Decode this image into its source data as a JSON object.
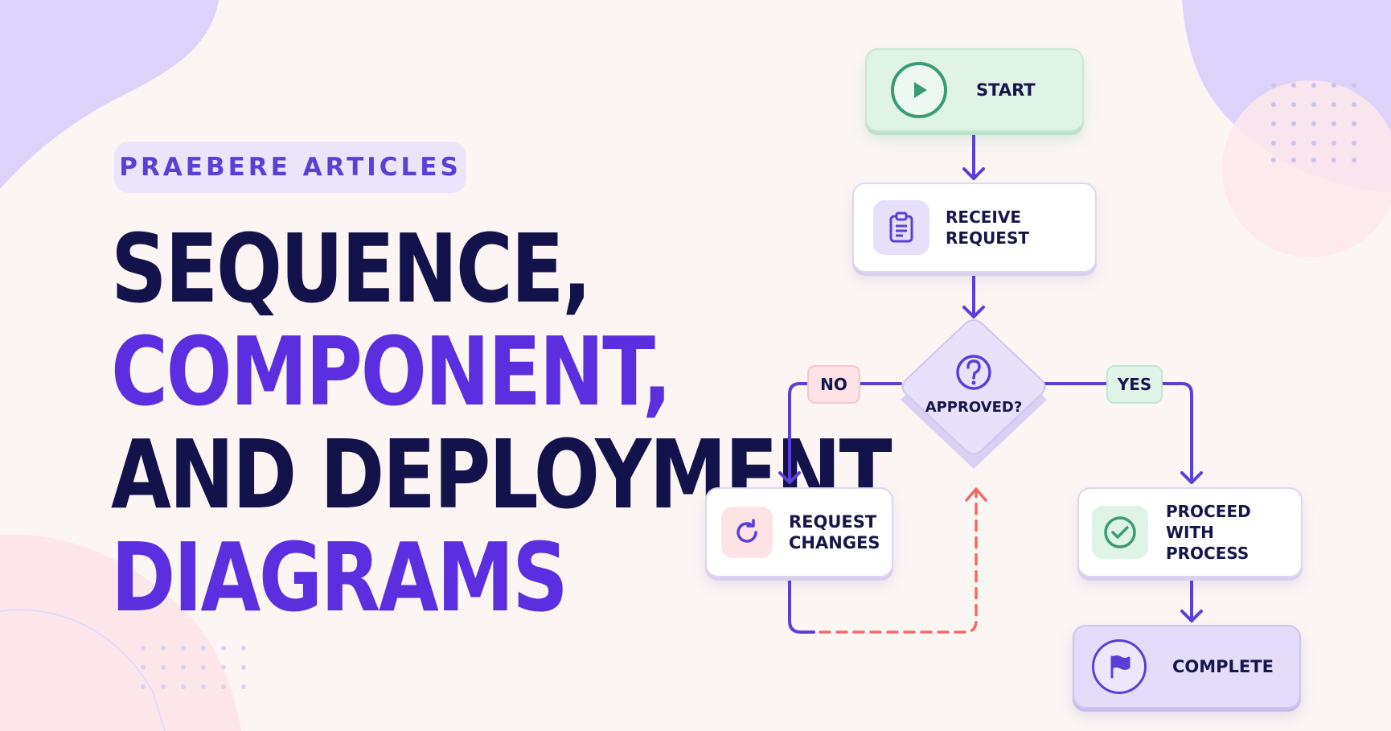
{
  "header": {
    "pill_text": "PRAEBERE ARTICLES",
    "title_lines": [
      "SEQUENCE,",
      "COMPONENT,",
      "AND DEPLOYMENT",
      "DIAGRAMS"
    ]
  },
  "flowchart": {
    "nodes": {
      "start": {
        "label": "START",
        "icon": "play-icon"
      },
      "receive": {
        "label": "RECEIVE REQUEST",
        "icon": "clipboard-icon"
      },
      "decision": {
        "label": "APPROVED?",
        "icon": "question-icon"
      },
      "changes": {
        "label_line1": "REQUEST",
        "label_line2": "CHANGES",
        "icon": "refresh-icon"
      },
      "proceed": {
        "label_line1": "PROCEED WITH",
        "label_line2": "PROCESS",
        "icon": "check-icon"
      },
      "complete": {
        "label": "COMPLETE",
        "icon": "flag-icon"
      }
    },
    "branches": {
      "no": "NO",
      "yes": "YES"
    }
  },
  "colors": {
    "background": "#fbf6f4",
    "title_dark": "#13124a",
    "title_accent": "#5b2fe0",
    "arrow": "#5b3fd6",
    "loop_dashed": "#f06a6a",
    "start_fill": "#dff3e7",
    "complete_fill": "#e4dcfb",
    "no_badge": "#fde2e6",
    "yes_badge": "#dff3e7"
  }
}
